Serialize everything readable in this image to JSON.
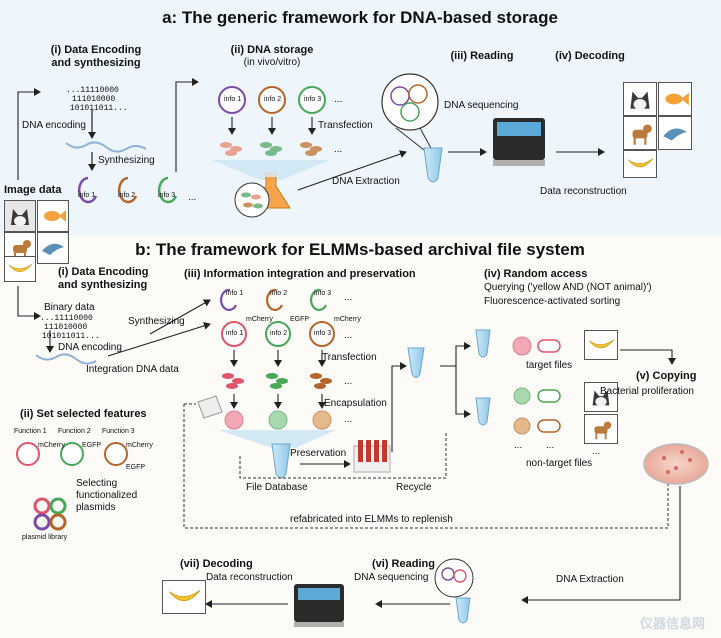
{
  "panel_a": {
    "title": "a: The generic framework for DNA-based storage",
    "step1_title": "(i) Data Encoding",
    "step1_title2": "and synthesizing",
    "step2_title": "(ii) DNA storage",
    "step2_sub": "(in vivo/vitro)",
    "step3_title": "(iii) Reading",
    "step4_title": "(iv) Decoding",
    "binary_1": "...11110000",
    "binary_2": "111010000",
    "binary_3": "101011011...",
    "dna_encoding": "DNA encoding",
    "synthesizing": "Synthesizing",
    "transfection": "Transfection",
    "dna_extraction": "DNA Extraction",
    "dna_sequencing": "DNA sequencing",
    "data_reconstruction": "Data reconstruction",
    "image_data": "Image data",
    "info1": "info 1",
    "info2": "info 2",
    "info3": "info 3",
    "ellipsis": "..."
  },
  "panel_b": {
    "title": "b: The framework for ELMMs-based archival file system",
    "step1_title": "(i) Data Encoding",
    "step1_title2": "and synthesizing",
    "binary_data": "Binary data",
    "binary_1": "...11110000",
    "binary_2": "111010000",
    "binary_3": "101011011...",
    "dna_encoding": "DNA encoding",
    "integration_dna": "Integration DNA data",
    "step2_title": "(ii) Set selected features",
    "function1": "Function 1",
    "function2": "Function 2",
    "function3": "Function 3",
    "mcherry": "mCherry",
    "egfp": "EGFP",
    "selecting": "Selecting",
    "functionalized": "functionalized",
    "plasmids": "plasmids",
    "plasmid_library": "plasmid library",
    "step3_title": "(iii) Information integration and preservation",
    "synthesizing": "Synthesizing",
    "transfection": "Transfection",
    "encapsulation": "Encapsulation",
    "preservation": "Preservation",
    "file_database": "File Database",
    "recycle": "Recycle",
    "refabricated": "refabricated into ELMMs to replenish",
    "step4_title": "(iv) Random access",
    "querying": "Querying ('yellow AND (NOT animal)')",
    "facs": "Fluorescence-activated sorting",
    "target_files": "target files",
    "non_target_files": "non-target files",
    "step5_title": "(v) Copying",
    "bacterial_proliferation": "Bacterial proliferation",
    "dna_extraction": "DNA Extraction",
    "step6_title": "(vi) Reading",
    "dna_sequencing": "DNA sequencing",
    "step7_title": "(vii) Decoding",
    "data_reconstruction": "Data reconstruction",
    "info1": "info 1",
    "info2": "info 2",
    "info3": "info 3",
    "ellipsis": "...",
    "watermark": "仪器信息网"
  },
  "icons": [
    "cat-icon",
    "goldfish-icon",
    "dog-icon",
    "dolphin-icon",
    "banana-icon",
    "dna-sequencer-icon",
    "flask-icon",
    "tube-icon",
    "petri-dish-icon",
    "plasmid-icon",
    "bacteria-icon",
    "microcapsule-icon"
  ],
  "colors": {
    "panel_a_bg": "#eef6fb",
    "panel_b_bg": "#fdfbf7",
    "mcherry": "#e0556b",
    "egfp": "#47a858",
    "brown": "#b5652a",
    "purple": "#7a4aa8",
    "banana": "#f2c230"
  }
}
